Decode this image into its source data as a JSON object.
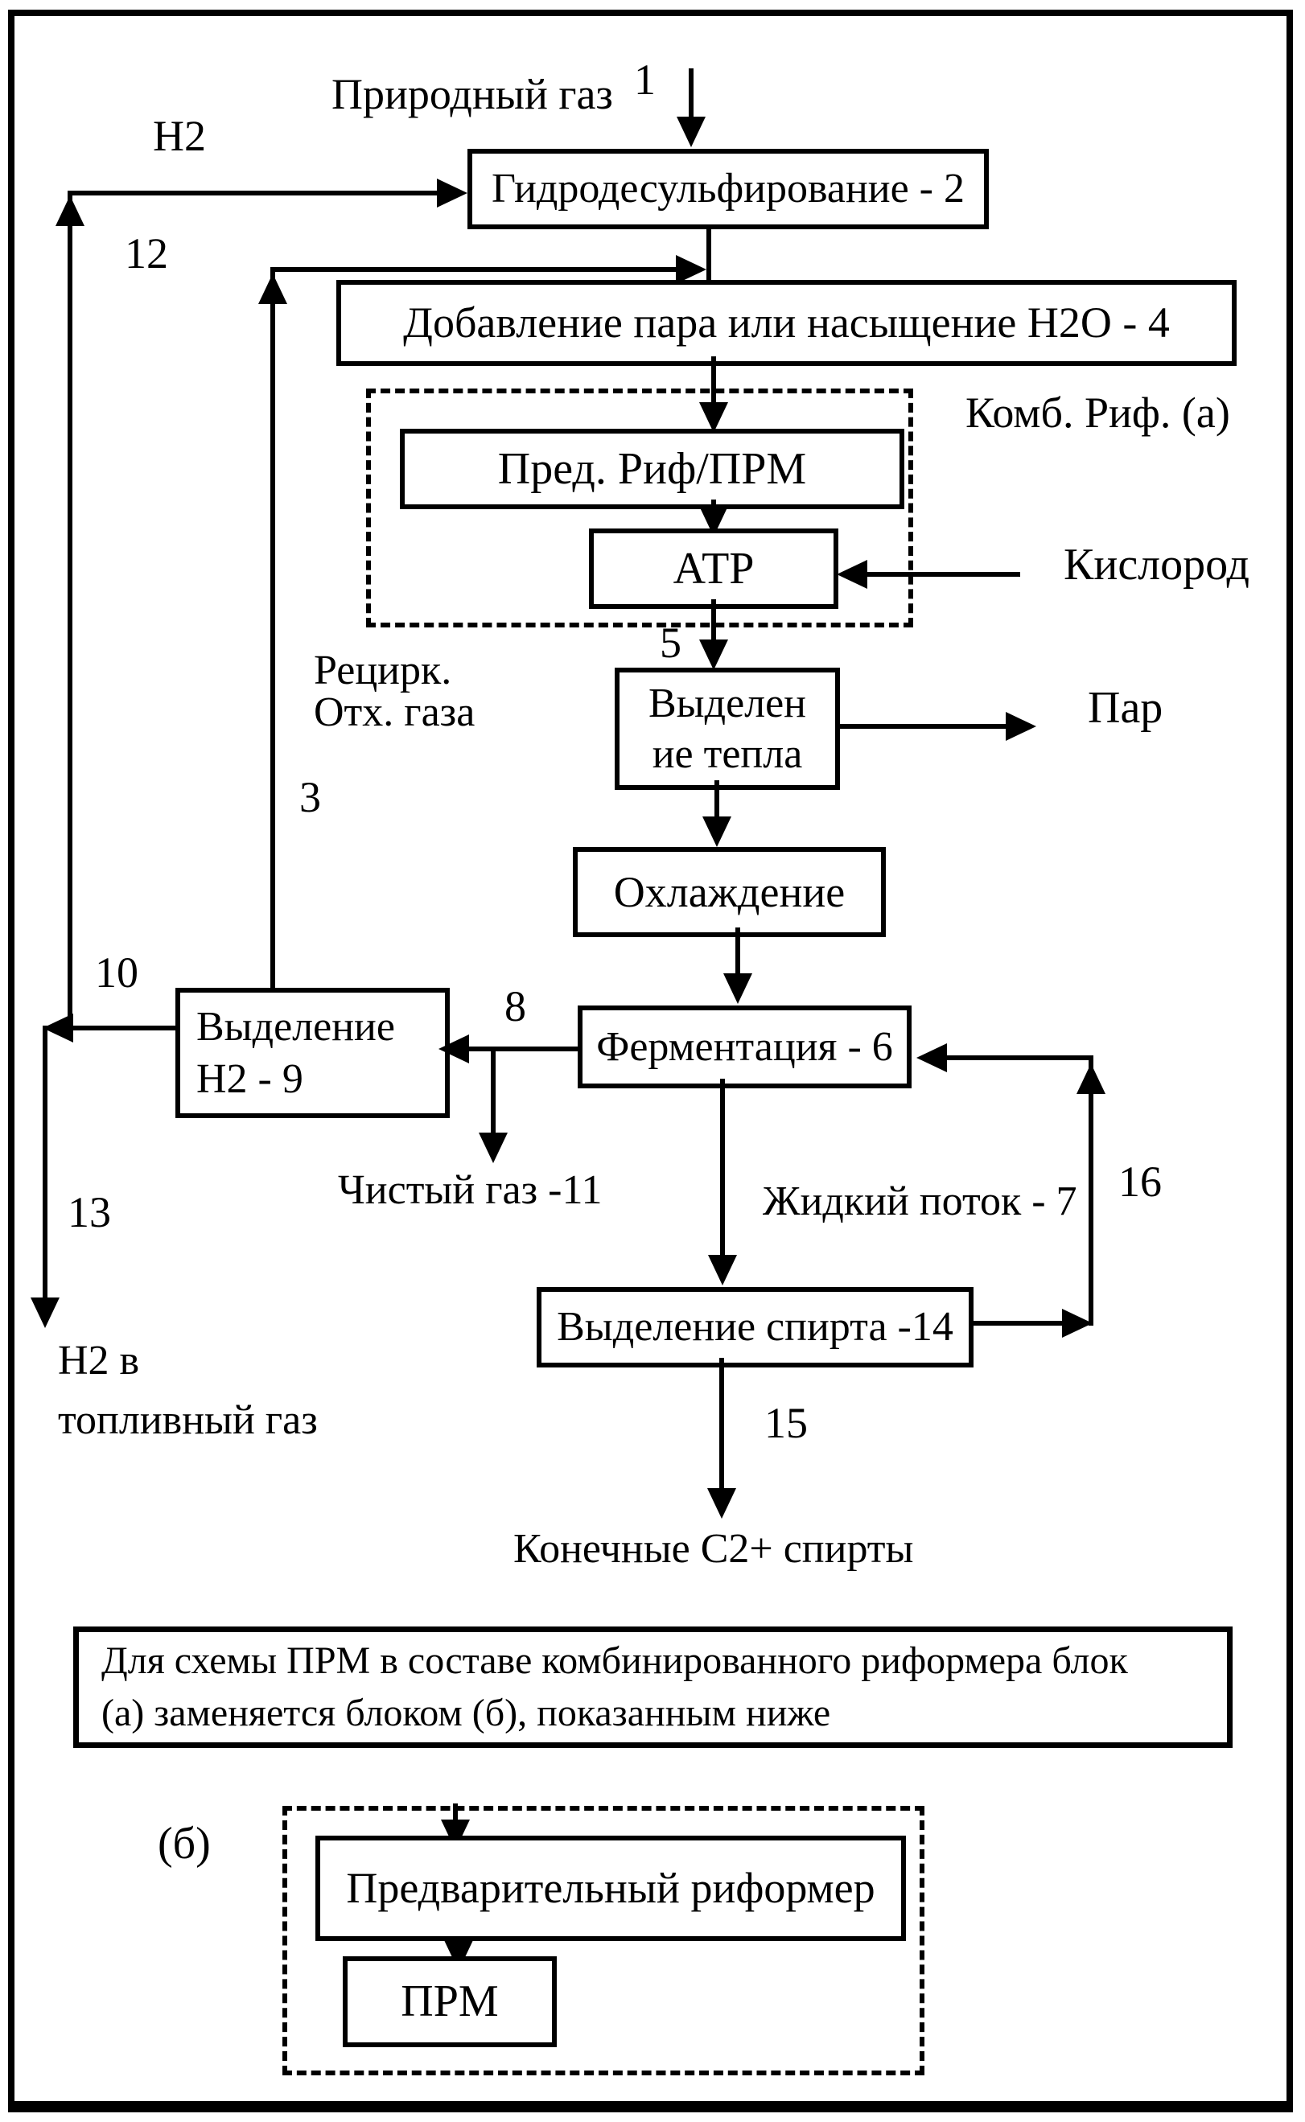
{
  "figure": {
    "boxes": {
      "hydrodesulfurization": "Гидродесульфирование - 2",
      "steam_addition": "Добавление пара или насыщение H2O - 4",
      "pre_ref_prm": "Пред. Риф/ПРМ",
      "atr": "АТР",
      "heat_recovery_line1": "Выделен",
      "heat_recovery_line2": "ие тепла",
      "cooling": "Охлаждение",
      "h2_separation_line1": "Выделение",
      "h2_separation_line2": "H2 - 9",
      "fermentation": "Ферментация - 6",
      "alcohol_recovery": "Выделение спирта -14",
      "pre_reformer": "Предварительный риформер",
      "prm": "ПРМ"
    },
    "labels": {
      "natural_gas": "Природный газ",
      "stream_1": "1",
      "h2": "H2",
      "stream_12": "12",
      "comb_ref_a": "Комб. Риф. (а)",
      "oxygen": "Кислород",
      "stream_5": "5",
      "recycle_line1": "Рецирк.",
      "recycle_line2": "Отх. газа",
      "steam_out": "Пар",
      "stream_3": "3",
      "stream_10": "10",
      "stream_8": "8",
      "clean_gas": "Чистый газ -11",
      "liquid_stream": "Жидкий поток - 7",
      "stream_16": "16",
      "stream_13": "13",
      "h2_fuel_line1": "H2 в",
      "h2_fuel_line2": "топливный газ",
      "stream_15": "15",
      "final_product": "Конечные C2+ спирты",
      "block_b": "(б)"
    },
    "note": {
      "line1": "Для схемы ПРМ в составе комбинированного риформера блок",
      "line2": "(а) заменяется блоком (б), показанным ниже"
    },
    "colors": {
      "ink": "#000000",
      "paper": "#ffffff"
    }
  }
}
